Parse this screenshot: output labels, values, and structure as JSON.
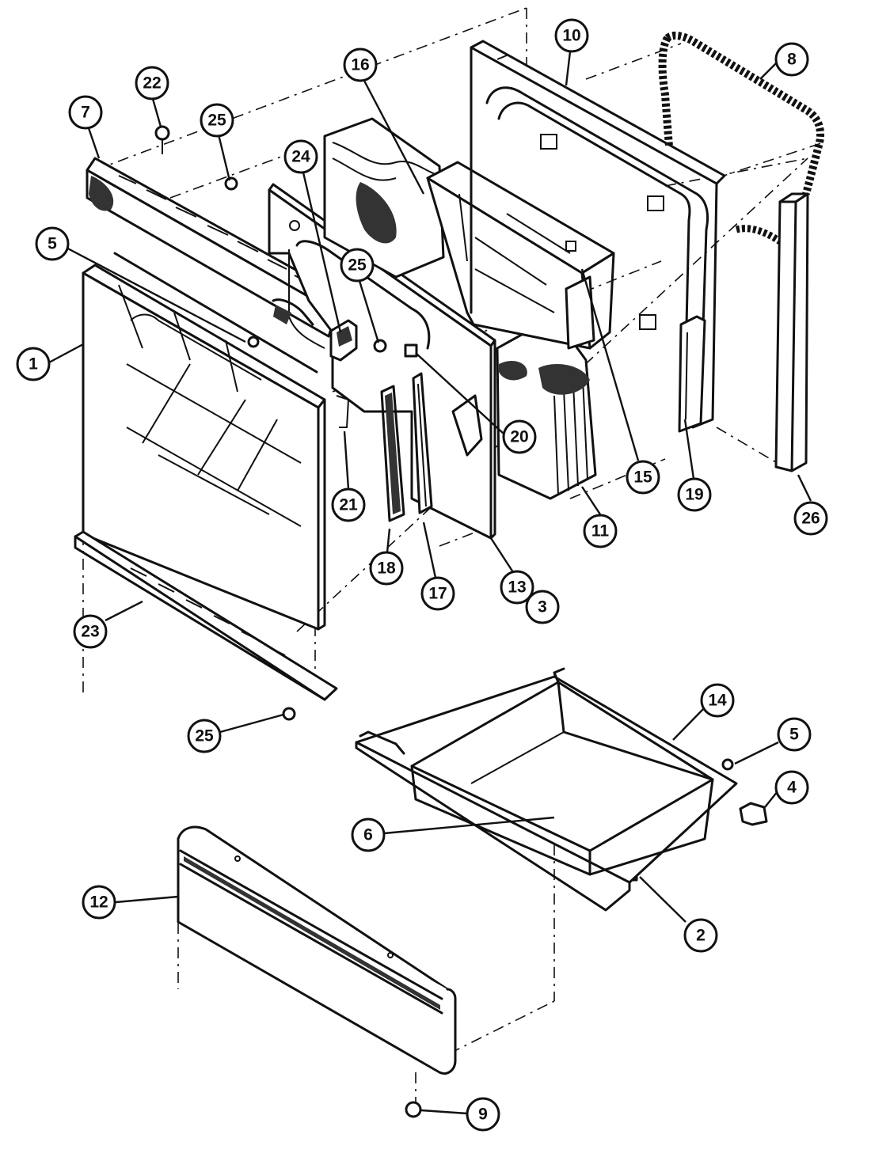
{
  "diagram": {
    "callouts": [
      {
        "id": "c1",
        "label": "1"
      },
      {
        "id": "c2",
        "label": "2"
      },
      {
        "id": "c3",
        "label": "3"
      },
      {
        "id": "c4",
        "label": "4"
      },
      {
        "id": "c5a",
        "label": "5"
      },
      {
        "id": "c5b",
        "label": "5"
      },
      {
        "id": "c6",
        "label": "6"
      },
      {
        "id": "c7",
        "label": "7"
      },
      {
        "id": "c8",
        "label": "8"
      },
      {
        "id": "c9",
        "label": "9"
      },
      {
        "id": "c10",
        "label": "10"
      },
      {
        "id": "c11",
        "label": "11"
      },
      {
        "id": "c12",
        "label": "12"
      },
      {
        "id": "c13",
        "label": "13"
      },
      {
        "id": "c14",
        "label": "14"
      },
      {
        "id": "c15",
        "label": "15"
      },
      {
        "id": "c16",
        "label": "16"
      },
      {
        "id": "c17",
        "label": "17"
      },
      {
        "id": "c18",
        "label": "18"
      },
      {
        "id": "c19",
        "label": "19"
      },
      {
        "id": "c20",
        "label": "20"
      },
      {
        "id": "c21",
        "label": "21"
      },
      {
        "id": "c22",
        "label": "22"
      },
      {
        "id": "c23",
        "label": "23"
      },
      {
        "id": "c24",
        "label": "24"
      },
      {
        "id": "c25a",
        "label": "25"
      },
      {
        "id": "c25b",
        "label": "25"
      },
      {
        "id": "c25c",
        "label": "25"
      },
      {
        "id": "c26",
        "label": "26"
      }
    ]
  }
}
